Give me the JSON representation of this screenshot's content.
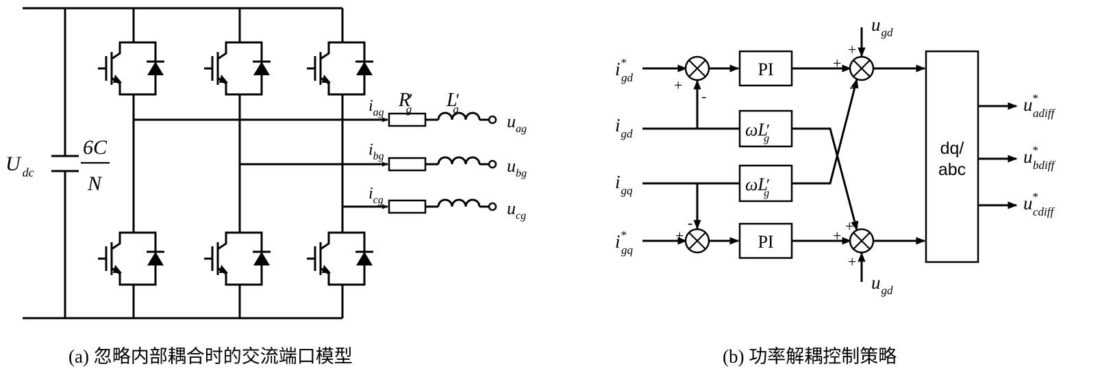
{
  "panel_a": {
    "caption": "(a) 忽略内部耦合时的交流端口模型",
    "dc_voltage": {
      "main": "U",
      "sub": "dc"
    },
    "capacitor": {
      "numerator": "6C",
      "denominator": "N"
    },
    "resistor": {
      "main": "R",
      "prime": "′",
      "sub": "g"
    },
    "inductor": {
      "main": "L",
      "prime": "′",
      "sub": "g"
    },
    "currents": [
      {
        "main": "i",
        "sub": "ag"
      },
      {
        "main": "i",
        "sub": "bg"
      },
      {
        "main": "i",
        "sub": "cg"
      }
    ],
    "voltages": [
      {
        "main": "u",
        "sub": "ag"
      },
      {
        "main": "u",
        "sub": "bg"
      },
      {
        "main": "u",
        "sub": "cg"
      }
    ]
  },
  "panel_b": {
    "caption": "(b) 功率解耦控制策略",
    "inputs": {
      "igd_ref": {
        "main": "i",
        "sup": "*",
        "sub": "gd"
      },
      "igd": {
        "main": "i",
        "sub": "gd"
      },
      "igq": {
        "main": "i",
        "sub": "gq"
      },
      "igq_ref": {
        "main": "i",
        "sup": "*",
        "sub": "gq"
      }
    },
    "blocks": {
      "pi_top": "PI",
      "pi_bottom": "PI",
      "coupling_top": {
        "omega": "ω",
        "main": "L",
        "prime": "′",
        "sub": "g"
      },
      "coupling_bottom": {
        "omega": "ω",
        "main": "L",
        "prime": "′",
        "sub": "g"
      },
      "transform_line1": "dq/",
      "transform_line2": "abc"
    },
    "feedforward_top": {
      "main": "u",
      "sub": "gd"
    },
    "feedforward_bottom": {
      "main": "u",
      "sub": "gd"
    },
    "outputs": [
      {
        "main": "u",
        "sup": "*",
        "sub": "adiff"
      },
      {
        "main": "u",
        "sup": "*",
        "sub": "bdiff"
      },
      {
        "main": "u",
        "sup": "*",
        "sub": "cdiff"
      }
    ],
    "signs": {
      "plus": "+",
      "minus": "-"
    }
  }
}
